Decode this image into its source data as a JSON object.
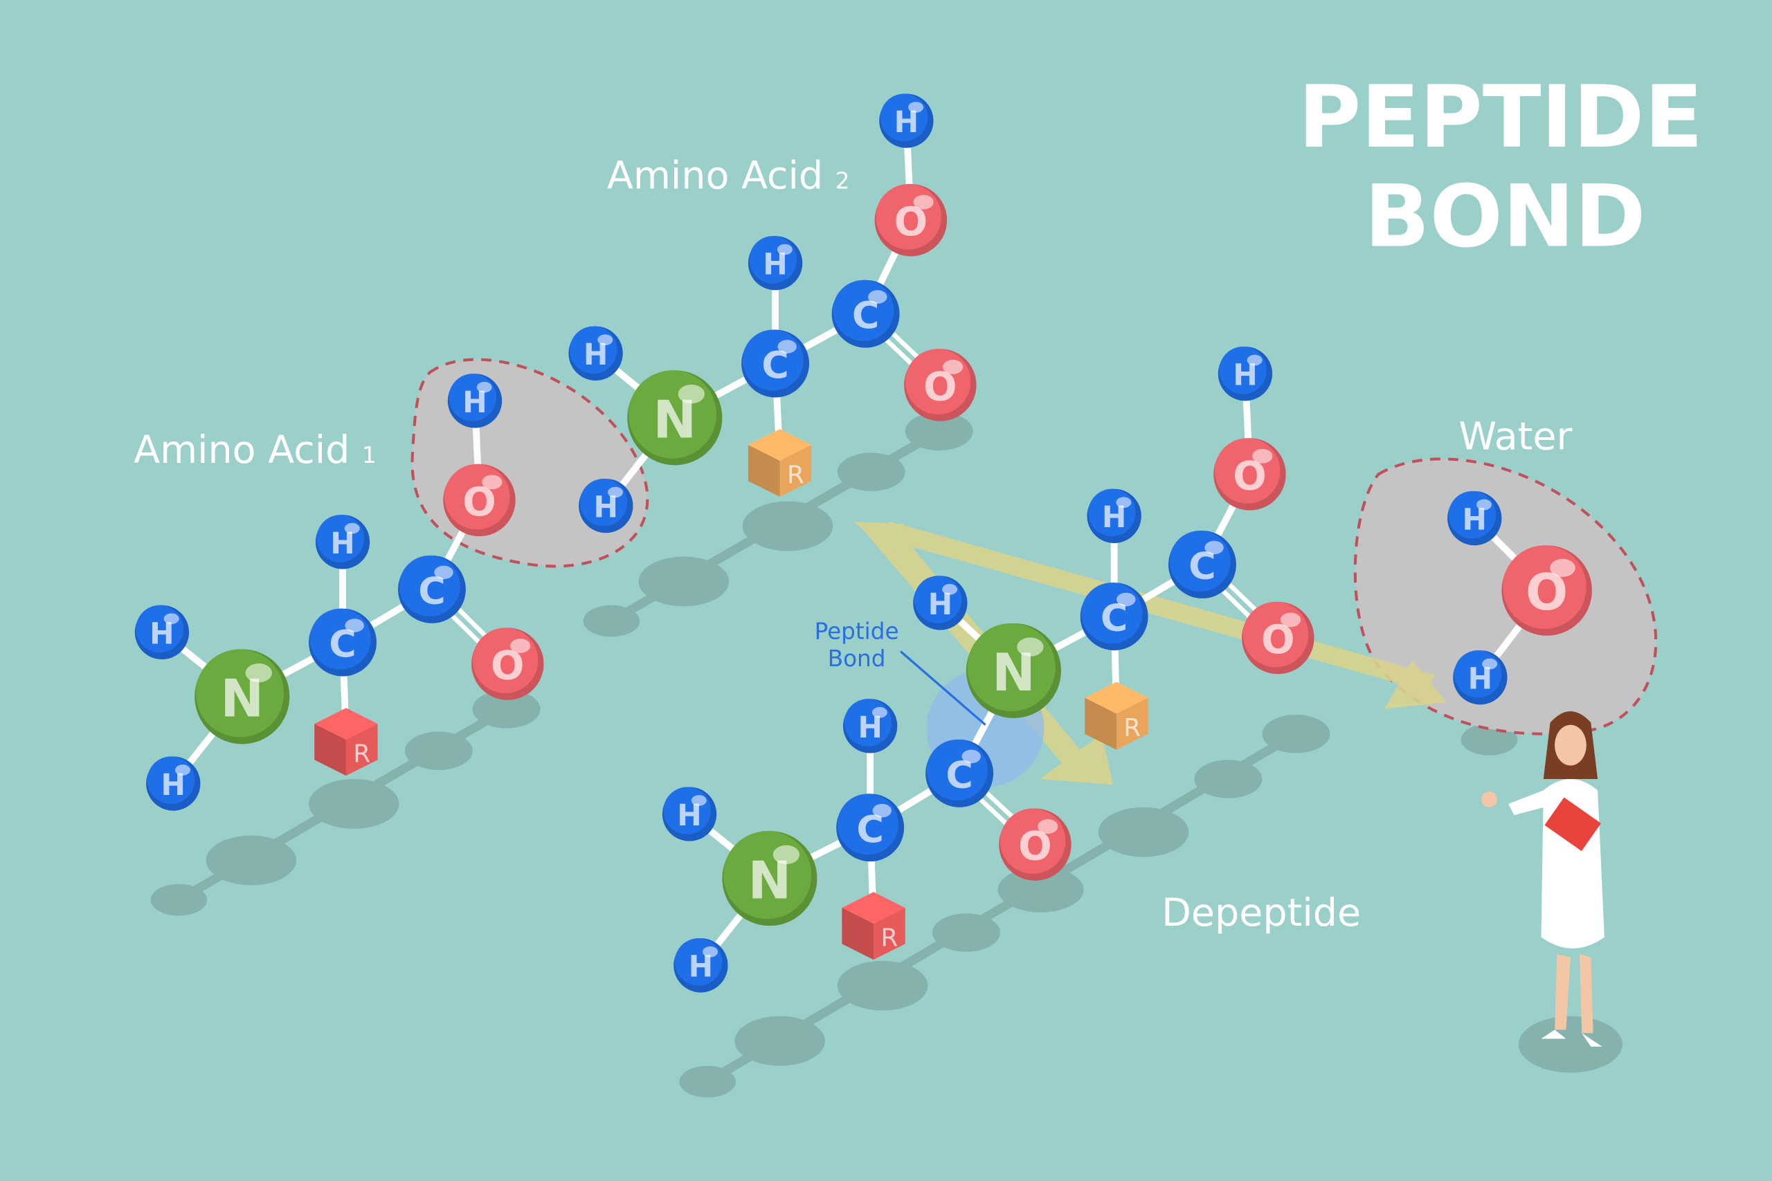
{
  "title": {
    "line1": "PEPTIDE",
    "line2": "BOND"
  },
  "labels": {
    "amino_acid_1": "Amino Acid",
    "amino_acid_1_sub": "1",
    "amino_acid_2": "Amino Acid",
    "amino_acid_2_sub": "2",
    "water": "Water",
    "dipeptide": "Depeptide",
    "peptide_bond_line1": "Peptide",
    "peptide_bond_line2": "Bond"
  },
  "molecules": {
    "amino_acid_1": [
      "H",
      "H",
      "N",
      "C",
      "H",
      "R",
      "C",
      "O",
      "O",
      "H"
    ],
    "amino_acid_2": [
      "H",
      "H",
      "N",
      "C",
      "H",
      "R",
      "C",
      "O",
      "O",
      "H"
    ],
    "dipeptide": [
      "H",
      "H",
      "N",
      "C",
      "H",
      "R",
      "C",
      "O",
      "N",
      "H",
      "C",
      "H",
      "R",
      "C",
      "O",
      "O",
      "H"
    ],
    "water": [
      "O",
      "H",
      "H"
    ]
  },
  "colors": {
    "background": "#9bcfca",
    "hydrogen": "#1f6fe8",
    "carbon": "#1f6fe8",
    "oxygen": "#f0646c",
    "nitrogen": "#6aaa3e",
    "r_red": "#e65a5a",
    "r_orange": "#e9a55c",
    "arrow": "#d8d38e",
    "removed_group": "#c4c4c4",
    "peptide_bond_label": "#2a6fe0"
  }
}
